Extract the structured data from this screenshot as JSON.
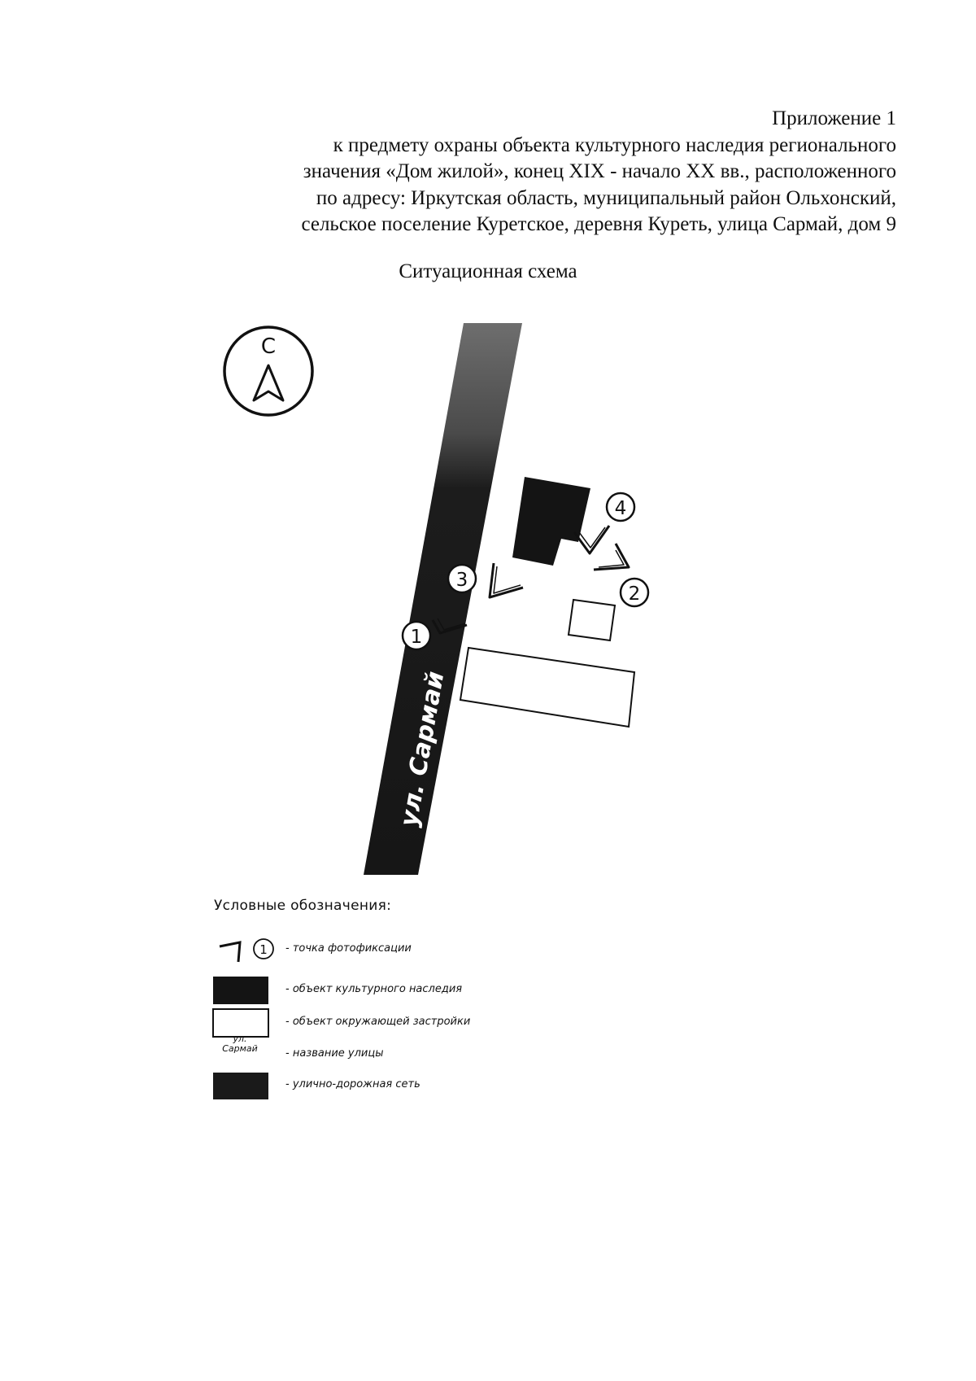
{
  "header": {
    "lines": [
      "Приложение 1",
      "к предмету охраны объекта культурного наследия регионального",
      "значения «Дом жилой», конец XIX - начало XX вв., расположенного",
      "по адресу: Иркутская область, муниципальный район Ольхонский,",
      "сельское поселение Куретское, деревня Куреть, улица Сармай, дом 9"
    ]
  },
  "scheme_title": "Ситуационная схема",
  "compass": {
    "letter": "С"
  },
  "map": {
    "street_label": "ул. Сармай",
    "photo_points": [
      "1",
      "2",
      "3",
      "4"
    ]
  },
  "legend": {
    "title": "Условные обозначения:",
    "photo_point_number": "1",
    "photo_point": "- точка фотофиксации",
    "heritage_object": "- объект культурного наследия",
    "surrounding_building": "- объект окружающей застройки",
    "street_name_sample_line1": "ул.",
    "street_name_sample_line2": "Сармай",
    "street_name": "- название улицы",
    "road_network": "- улично-дорожная сеть"
  },
  "colors": {
    "ink": "#111111",
    "road": "#1a1a1a",
    "paper": "#ffffff"
  }
}
